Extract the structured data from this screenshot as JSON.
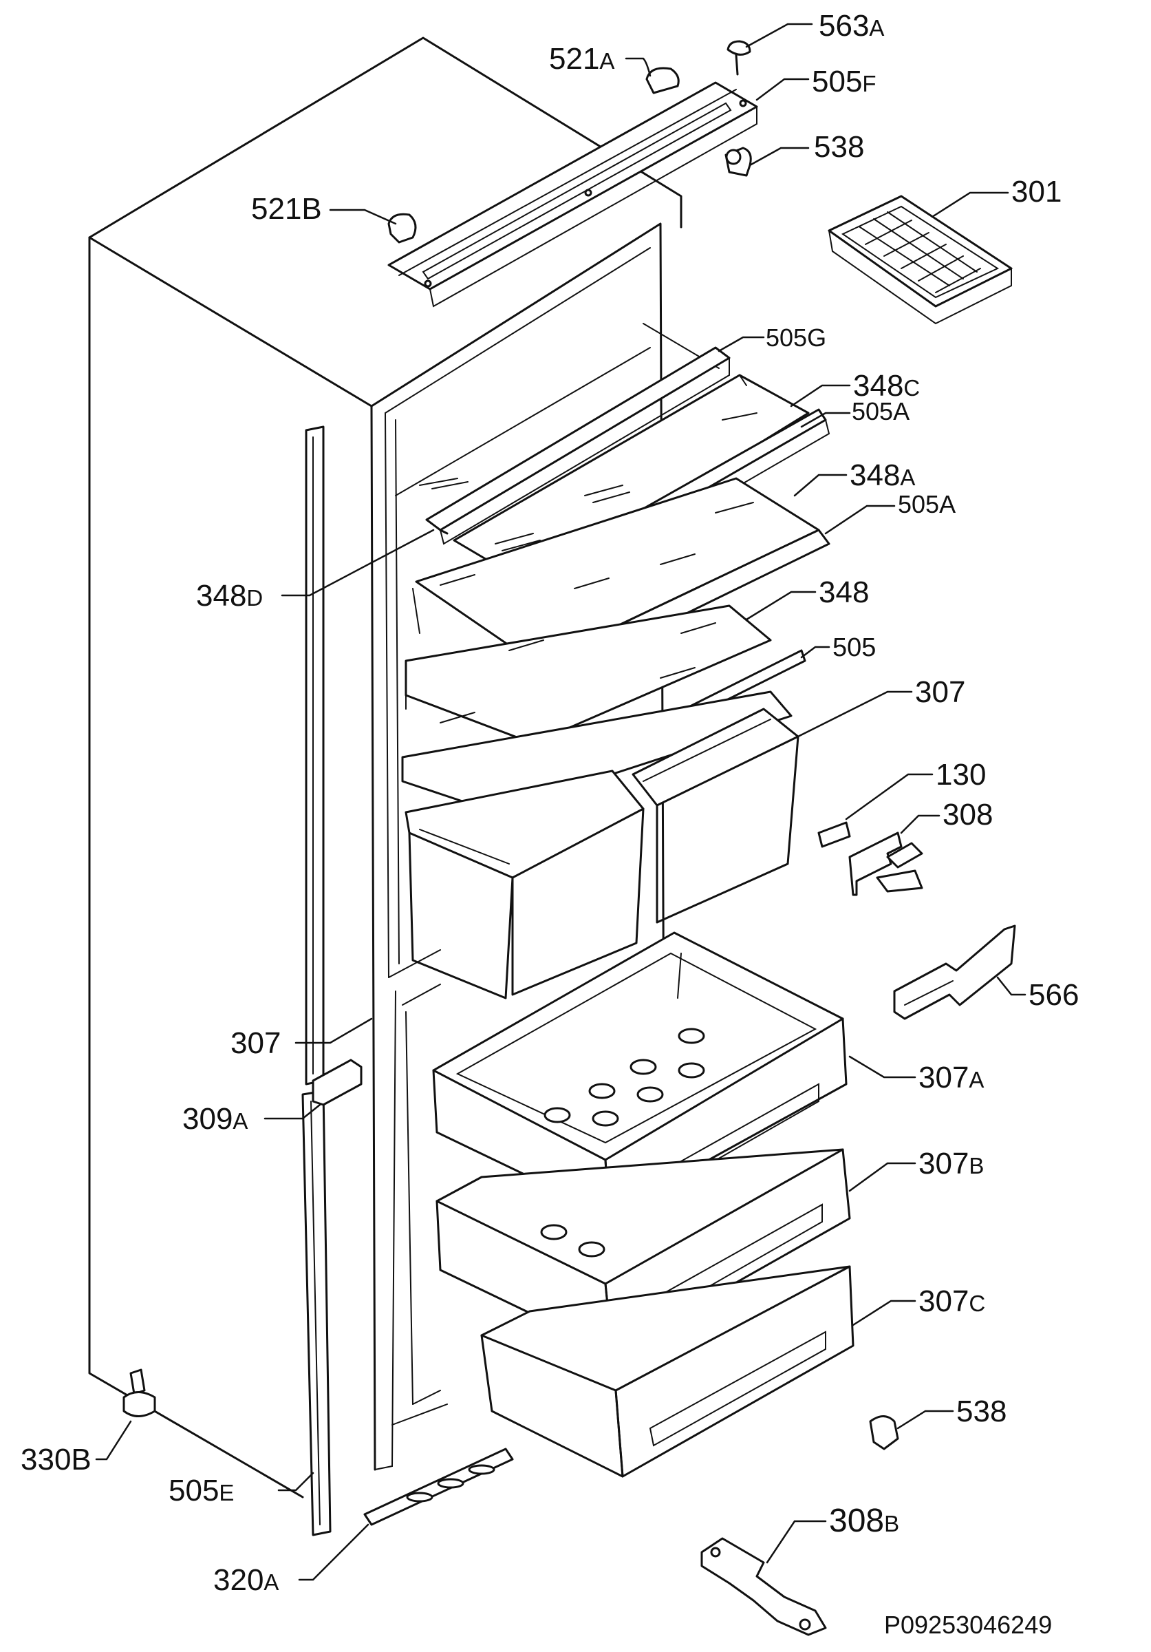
{
  "diagram": {
    "document_id": "P09253046249",
    "labels": [
      {
        "id": "563a",
        "text": "563",
        "suffix": "A"
      },
      {
        "id": "521a",
        "text": "521",
        "suffix": "A"
      },
      {
        "id": "505f",
        "text": "505",
        "suffix": "F"
      },
      {
        "id": "538-top",
        "text": "538",
        "suffix": ""
      },
      {
        "id": "521b",
        "text": "521B",
        "suffix": ""
      },
      {
        "id": "301",
        "text": "301",
        "suffix": ""
      },
      {
        "id": "505g",
        "text": "505G",
        "suffix": ""
      },
      {
        "id": "348c",
        "text": "348",
        "suffix": "C"
      },
      {
        "id": "505a-1",
        "text": "505A",
        "suffix": ""
      },
      {
        "id": "348a",
        "text": "348",
        "suffix": "A"
      },
      {
        "id": "505a-2",
        "text": "505A",
        "suffix": ""
      },
      {
        "id": "348d",
        "text": "348",
        "suffix": "D"
      },
      {
        "id": "348",
        "text": "348",
        "suffix": ""
      },
      {
        "id": "505",
        "text": "505",
        "suffix": ""
      },
      {
        "id": "307-top",
        "text": "307",
        "suffix": ""
      },
      {
        "id": "130",
        "text": "130",
        "suffix": ""
      },
      {
        "id": "308",
        "text": "308",
        "suffix": ""
      },
      {
        "id": "566",
        "text": "566",
        "suffix": ""
      },
      {
        "id": "307-left",
        "text": "307",
        "suffix": ""
      },
      {
        "id": "307a",
        "text": "307",
        "suffix": "A"
      },
      {
        "id": "309a",
        "text": "309",
        "suffix": "A"
      },
      {
        "id": "307b",
        "text": "307",
        "suffix": "B"
      },
      {
        "id": "307c",
        "text": "307",
        "suffix": "C"
      },
      {
        "id": "538-bottom",
        "text": "538",
        "suffix": ""
      },
      {
        "id": "330b",
        "text": "330B",
        "suffix": ""
      },
      {
        "id": "505e",
        "text": "505",
        "suffix": "E"
      },
      {
        "id": "320a",
        "text": "320",
        "suffix": "A"
      },
      {
        "id": "308b",
        "text": "308",
        "suffix": "B"
      }
    ]
  }
}
